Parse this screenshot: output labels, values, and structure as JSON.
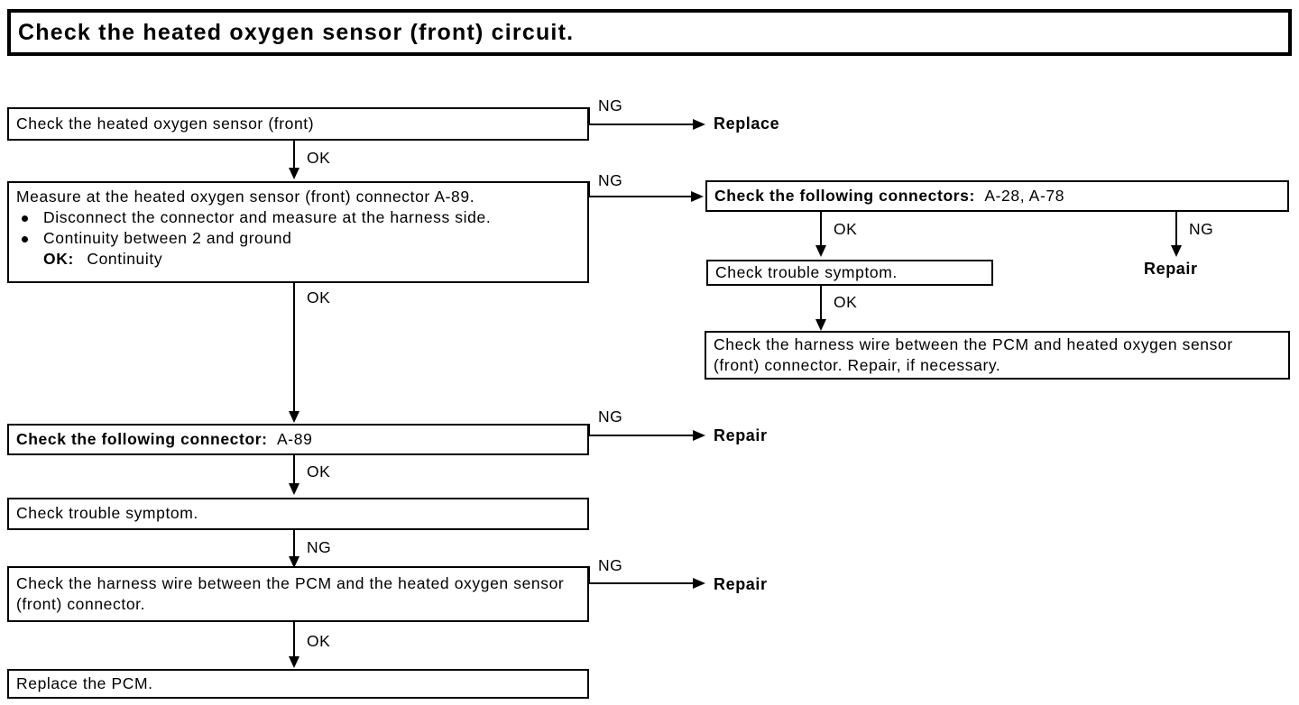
{
  "title": {
    "text": "Check the heated oxygen sensor (front) circuit."
  },
  "labels": {
    "ok": "OK",
    "ng": "NG"
  },
  "nodes": {
    "check_sensor": "Check the heated oxygen sensor (front)",
    "measure_head": "Measure at the heated oxygen sensor (front) connector A-89.",
    "measure_bullet_1": "Disconnect the connector and measure at the harness side.",
    "measure_bullet_2": "Continuity between 2 and ground",
    "measure_ok_label": "OK:",
    "measure_ok_value": "Continuity",
    "connectors_right_bold": "Check the following connectors:",
    "connectors_right_plain": "A-28, A-78",
    "trouble_symptom_right": "Check trouble symptom.",
    "harness_right": "Check the harness wire between the PCM and heated oxygen sensor (front) connector. Repair, if necessary.",
    "connector_left_bold": "Check the following connector:",
    "connector_left_plain": "A-89",
    "trouble_symptom_left": "Check trouble symptom.",
    "harness_left": "Check the harness wire between the PCM and the heated oxygen sensor (front) connector.",
    "replace_pcm": "Replace the PCM."
  },
  "terminals": {
    "replace": "Replace",
    "repair_right_top": "Repair",
    "repair_mid": "Repair",
    "repair_bottom": "Repair"
  },
  "edge_labels": {
    "sensor_to_measure": "OK",
    "sensor_ng": "NG",
    "measure_ng": "NG",
    "measure_to_connector": "OK",
    "right_connectors_ok": "OK",
    "right_connectors_ng": "NG",
    "right_symptom_ok": "OK",
    "connector_ng": "NG",
    "connector_to_symptom": "OK",
    "symptom_ng": "NG",
    "harness_ng": "NG",
    "harness_to_replace": "OK"
  },
  "colors": {
    "line": "#000000",
    "background": "#ffffff"
  }
}
